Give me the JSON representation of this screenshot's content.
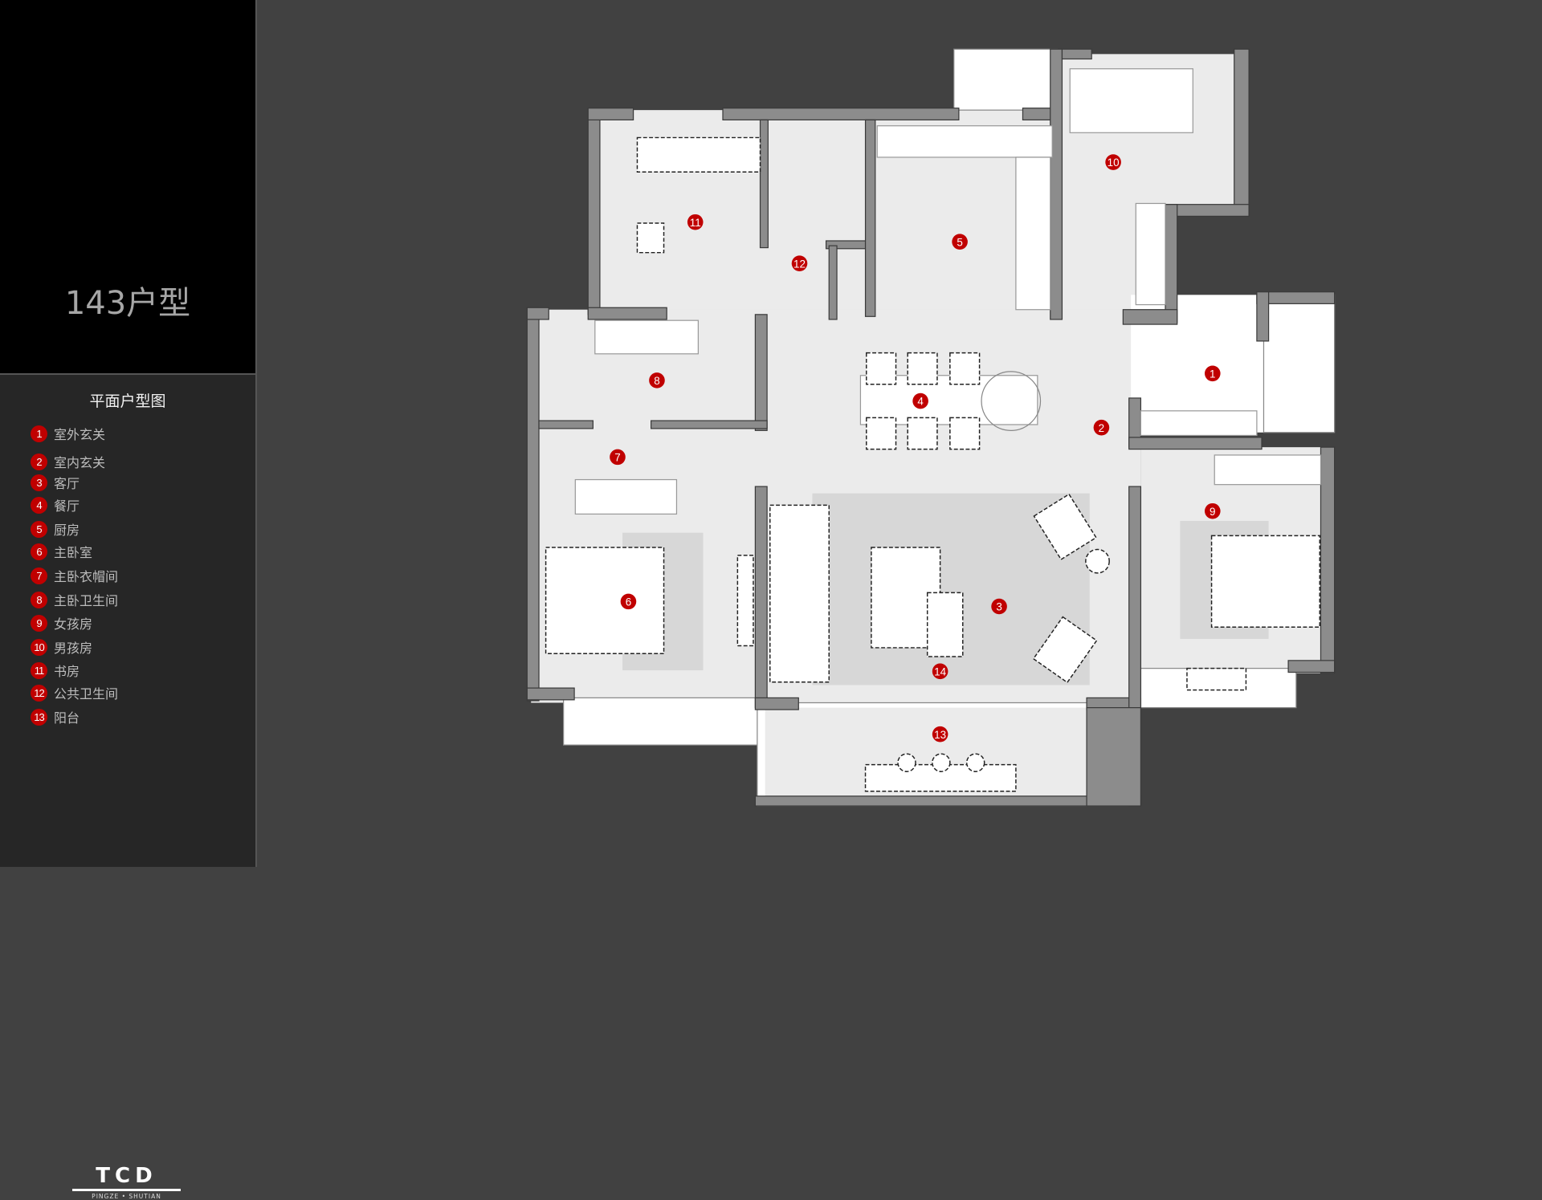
{
  "sidebar": {
    "plan_title": "143户型",
    "legend_heading": "平面户型图",
    "legend": [
      {
        "num": "1",
        "label": "室外玄关"
      },
      {
        "num": "2",
        "label": "室内玄关"
      },
      {
        "num": "3",
        "label": "客厅"
      },
      {
        "num": "4",
        "label": "餐厅"
      },
      {
        "num": "5",
        "label": "厨房"
      },
      {
        "num": "6",
        "label": "主卧室"
      },
      {
        "num": "7",
        "label": "主卧衣帽间"
      },
      {
        "num": "8",
        "label": "主卧卫生间"
      },
      {
        "num": "9",
        "label": "女孩房"
      },
      {
        "num": "10",
        "label": "男孩房"
      },
      {
        "num": "11",
        "label": "书房"
      },
      {
        "num": "12",
        "label": "公共卫生间"
      },
      {
        "num": "13",
        "label": "阳台"
      }
    ],
    "logo": {
      "mark": "TCD",
      "subtitle": "PINGZE • SHUTIAN"
    }
  },
  "plan": {
    "markers": [
      "1",
      "2",
      "3",
      "4",
      "5",
      "6",
      "7",
      "8",
      "9",
      "10",
      "11",
      "12",
      "13",
      "14"
    ]
  },
  "colors": {
    "marker": "#c00000",
    "background": "#414141",
    "floor": "#ebebeb",
    "wall": "#8c8c8c"
  }
}
